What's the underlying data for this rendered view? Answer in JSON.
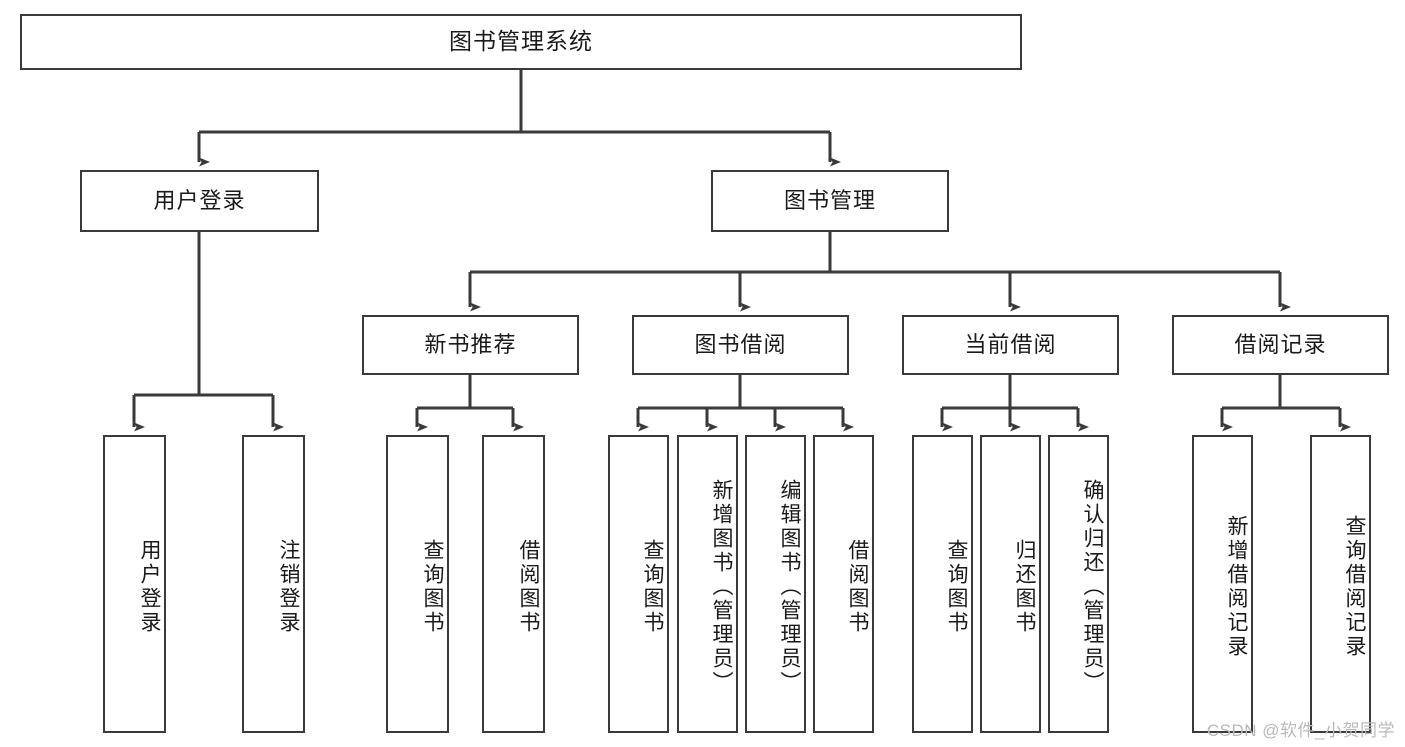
{
  "diagram": {
    "type": "tree-hierarchy-chart",
    "title": "图书管理系统",
    "stroke_color": "#3a3a3a",
    "background_color": "#ffffff",
    "text_color": "#1a1a1a",
    "watermark": "CSDN @软件_小贺同学",
    "levels": {
      "level1": [
        {
          "id": "root",
          "label": "图书管理系统"
        }
      ],
      "level2": [
        {
          "id": "user-login",
          "label": "用户登录",
          "parent": "root"
        },
        {
          "id": "book-management",
          "label": "图书管理",
          "parent": "root"
        }
      ],
      "level3": [
        {
          "id": "new-book-recommend",
          "label": "新书推荐",
          "parent": "book-management"
        },
        {
          "id": "book-borrow",
          "label": "图书借阅",
          "parent": "book-management"
        },
        {
          "id": "current-borrow",
          "label": "当前借阅",
          "parent": "book-management"
        },
        {
          "id": "borrow-record",
          "label": "借阅记录",
          "parent": "book-management"
        }
      ],
      "level4": [
        {
          "id": "leaf-user-login",
          "label": "用户登录",
          "parent": "user-login"
        },
        {
          "id": "leaf-logout-login",
          "label": "注销登录",
          "parent": "user-login"
        },
        {
          "id": "leaf-query-book-1",
          "label": "查询图书",
          "parent": "new-book-recommend"
        },
        {
          "id": "leaf-borrow-book-1",
          "label": "借阅图书",
          "parent": "new-book-recommend"
        },
        {
          "id": "leaf-query-book-2",
          "label": "查询图书",
          "parent": "book-borrow"
        },
        {
          "id": "leaf-add-book",
          "label": "新增图书（管理员）",
          "parent": "book-borrow"
        },
        {
          "id": "leaf-edit-book",
          "label": "编辑图书（管理员）",
          "parent": "book-borrow"
        },
        {
          "id": "leaf-borrow-book-2",
          "label": "借阅图书",
          "parent": "book-borrow"
        },
        {
          "id": "leaf-query-book-3",
          "label": "查询图书",
          "parent": "current-borrow"
        },
        {
          "id": "leaf-return-book",
          "label": "归还图书",
          "parent": "current-borrow"
        },
        {
          "id": "leaf-confirm-return",
          "label": "确认归还（管理员）",
          "parent": "current-borrow"
        },
        {
          "id": "leaf-add-record",
          "label": "新增借阅记录",
          "parent": "borrow-record"
        },
        {
          "id": "leaf-query-record",
          "label": "查询借阅记录",
          "parent": "borrow-record"
        }
      ]
    }
  }
}
